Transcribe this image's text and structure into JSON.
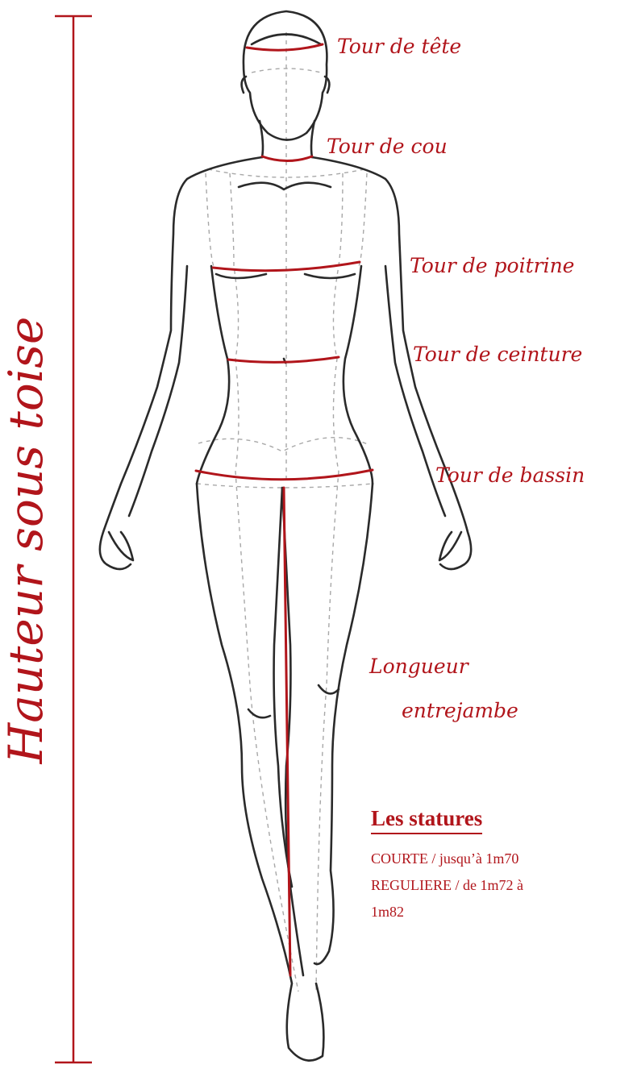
{
  "labels": {
    "height": "Hauteur sous toise",
    "head": "Tour de tête",
    "neck": "Tour de cou",
    "chest": "Tour de poitrine",
    "waist": "Tour de ceinture",
    "hip": "Tour de bassin",
    "inseam_line1": "Longueur",
    "inseam_line2": "entrejambe"
  },
  "legend": {
    "title": "Les statures",
    "lines": [
      "COURTE  / jusqu’à 1m70",
      "REGULIERE / de 1m72 à",
      "1m82"
    ]
  },
  "colors": {
    "accent": "#b1151b",
    "outline": "#2a2a2a",
    "guides": "#a8a8a8"
  }
}
